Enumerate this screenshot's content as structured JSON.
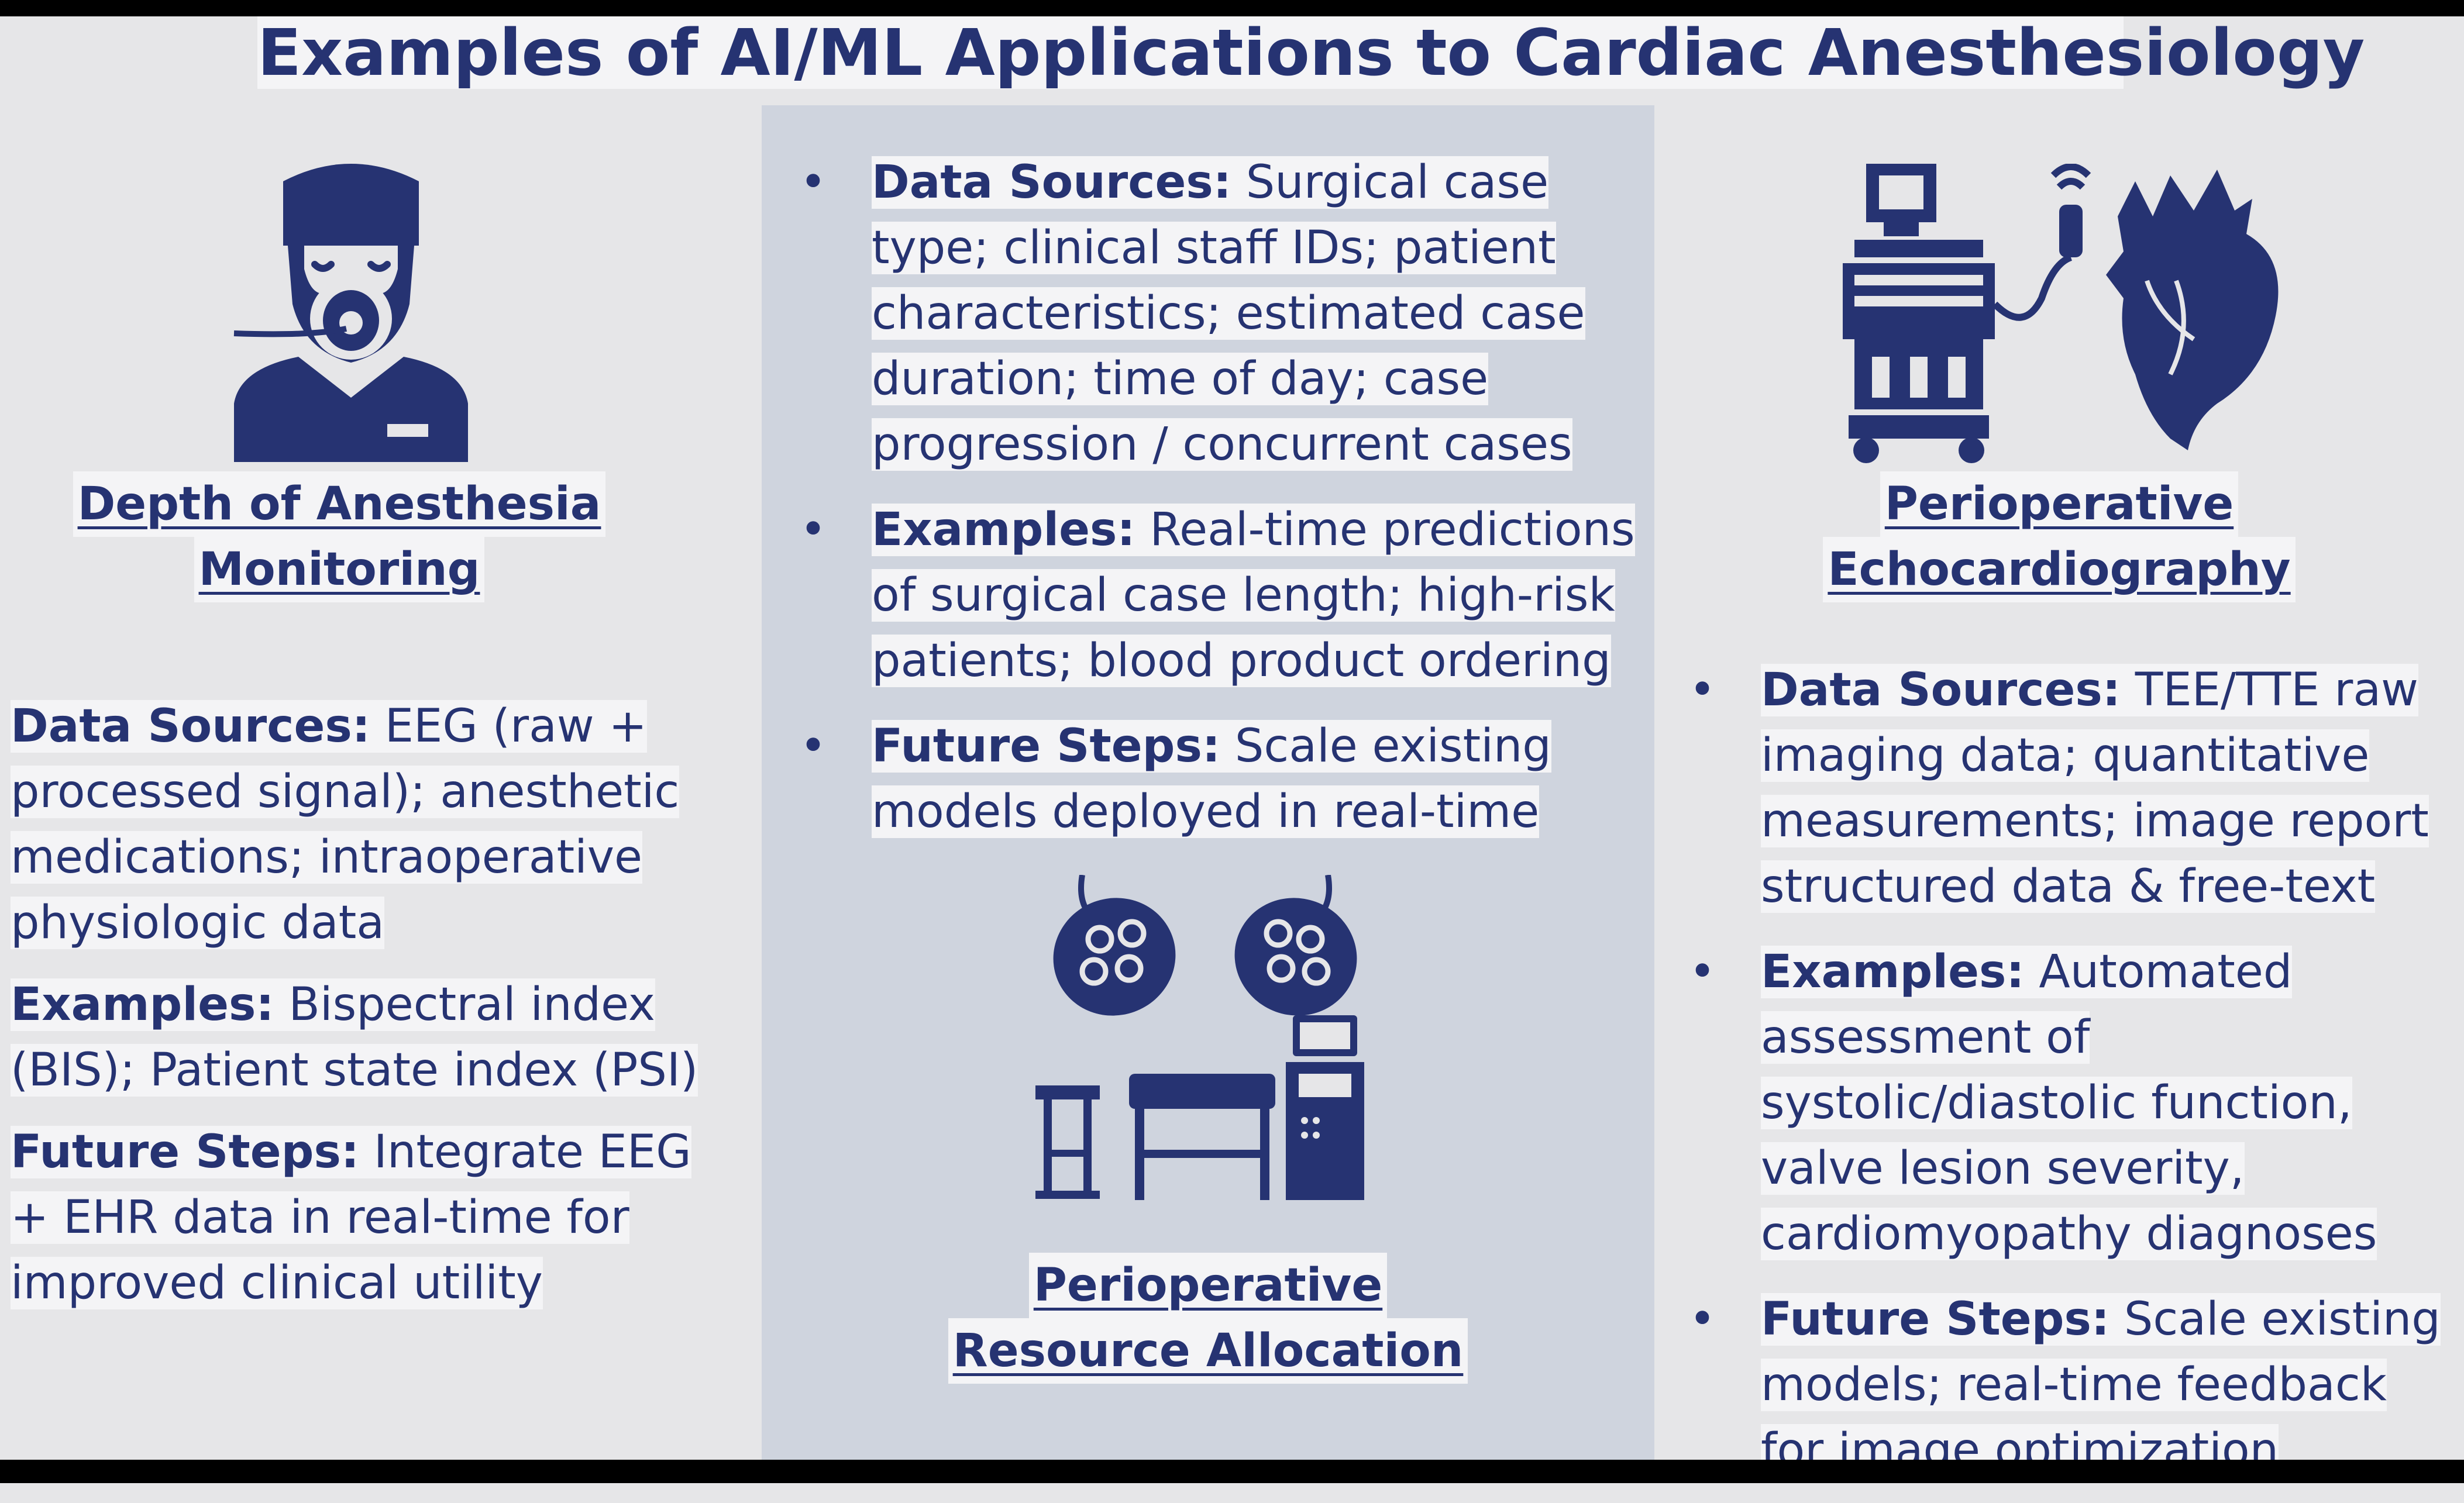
{
  "title": "Examples of AI/ML Applications to Cardiac Anesthesiology",
  "colors": {
    "primary": "#263372",
    "background": "#e6e6e8",
    "middle_panel": "#cfd4de",
    "text_highlight": "#f4f4f6"
  },
  "left": {
    "icon": "anesthesiologist-mask-icon",
    "heading_line1": "Depth of Anesthesia",
    "heading_line2": "Monitoring",
    "items": [
      {
        "label": "Data Sources:",
        "text": " EEG (raw + processed signal); anesthetic medications; intraoperative physiologic data"
      },
      {
        "label": "Examples:",
        "text": " Bispectral index (BIS); Patient state index (PSI)"
      },
      {
        "label": "Future Steps:",
        "text": " Integrate EEG + EHR data in real-time for improved clinical utility"
      }
    ]
  },
  "middle": {
    "icon": "operating-room-icon",
    "bullet": "•",
    "heading_line1": "Perioperative",
    "heading_line2": "Resource Allocation",
    "items": [
      {
        "label": "Data Sources:",
        "text": " Surgical case type; clinical staff IDs; patient characteristics; estimated case duration; time of day; case progression / concurrent cases"
      },
      {
        "label": "Examples:",
        "text": " Real-time predictions of surgical case length; high-risk patients; blood product ordering"
      },
      {
        "label": "Future Steps:",
        "text": " Scale existing models deployed in real-time"
      }
    ]
  },
  "right": {
    "icon": "ultrasound-heart-icon",
    "bullet": "•",
    "heading_line1": "Perioperative",
    "heading_line2": "Echocardiography",
    "items": [
      {
        "label": "Data Sources:",
        "text": " TEE/TTE raw imaging data; quantitative measurements; image report structured data & free-text"
      },
      {
        "label": "Examples:",
        "text": " Automated assessment of systolic/diastolic function, valve lesion severity, cardiomyopathy diagnoses"
      },
      {
        "label": "Future Steps:",
        "text": " Scale existing models; real-time feedback for image optimization"
      }
    ]
  }
}
